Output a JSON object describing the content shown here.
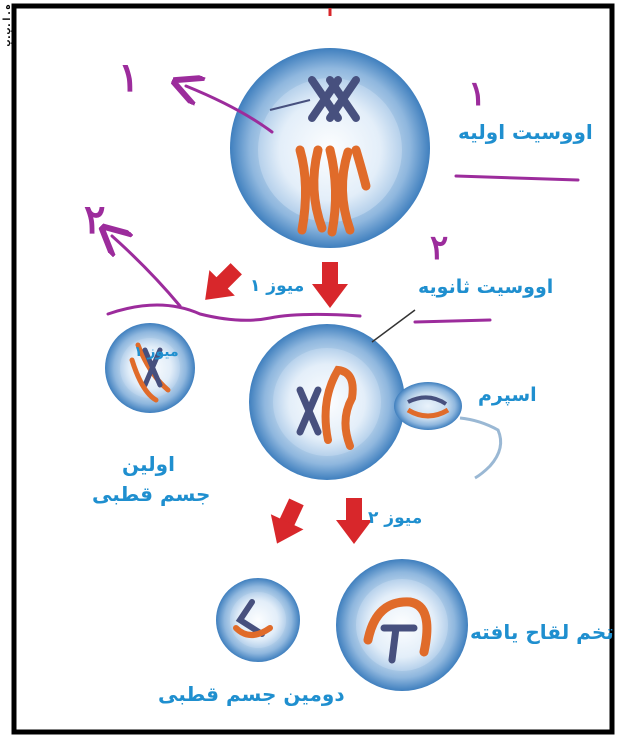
{
  "labels": {
    "primary_oocyte": "اووسیت اولیه",
    "secondary_oocyte": "اووسیت ثانویه",
    "meiosis1": "میوز ۱",
    "meiosis1_small": "میوز ۱",
    "first_polar_line1": "اولین",
    "first_polar_line2": "جسم قطبی",
    "sperm": "اسپرم",
    "meiosis2": "میوز ۲",
    "fertilized_egg": "تخم لقاح یافته",
    "second_polar": "دومین جسم قطبی"
  },
  "annotations": {
    "num_top_left": "۱",
    "num_top_right": "۱",
    "num_mid_left": "۲",
    "num_mid_right": "۲"
  },
  "side_text": "ه.ا.ب.ب",
  "colors": {
    "cell_outer": "#a9c9e6",
    "cell_inner": "#3f7fbe",
    "chrom_blue": "#47507e",
    "chrom_orange": "#e06b2a",
    "arrow_red": "#d8272b",
    "annotation_purple": "#9c2c9c",
    "label_blue": "#1f8fcf"
  }
}
